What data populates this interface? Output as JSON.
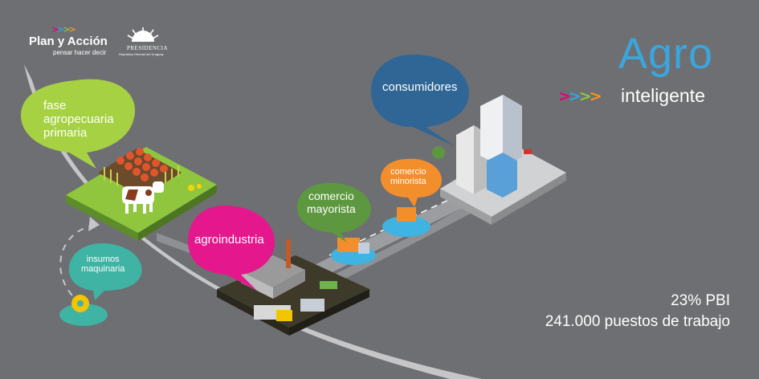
{
  "logos": {
    "plan_name": "Plan y Acción",
    "plan_tagline": "pensar hacer decir",
    "presidencia": "PRESIDENCIA",
    "presidencia_sub": "República Oriental del Uruguay",
    "arrow_colors": [
      "#e6007e",
      "#2da9e1",
      "#8cc63f",
      "#f7941d"
    ]
  },
  "title": {
    "main": "Agro",
    "sub": "inteligente",
    "main_color": "#3aa6dd",
    "arrows": ">>>>",
    "arrow_colors": [
      "#e6007e",
      "#2da9e1",
      "#8cc63f",
      "#f7941d"
    ]
  },
  "bubbles": {
    "fase": [
      "fase",
      "agropecuaria",
      "primaria"
    ],
    "insumos": [
      "insumos",
      "maquinaria"
    ],
    "agroindustria": "agroindustria",
    "mayorista": [
      "comercio",
      "mayorista"
    ],
    "minorista": [
      "comercio",
      "minorista"
    ],
    "consumidores": "consumidores"
  },
  "colors": {
    "fase_bubble": "#a6d143",
    "insumos_bubble": "#3fb3a4",
    "agroindustria_bubble": "#e4178c",
    "mayorista_bubble": "#5d9740",
    "minorista_bubble": "#f28e2c",
    "consumidores_bubble": "#2f6696"
  },
  "stats": {
    "pbi": "23% PBI",
    "jobs": "241.000 puestos de trabajo"
  }
}
